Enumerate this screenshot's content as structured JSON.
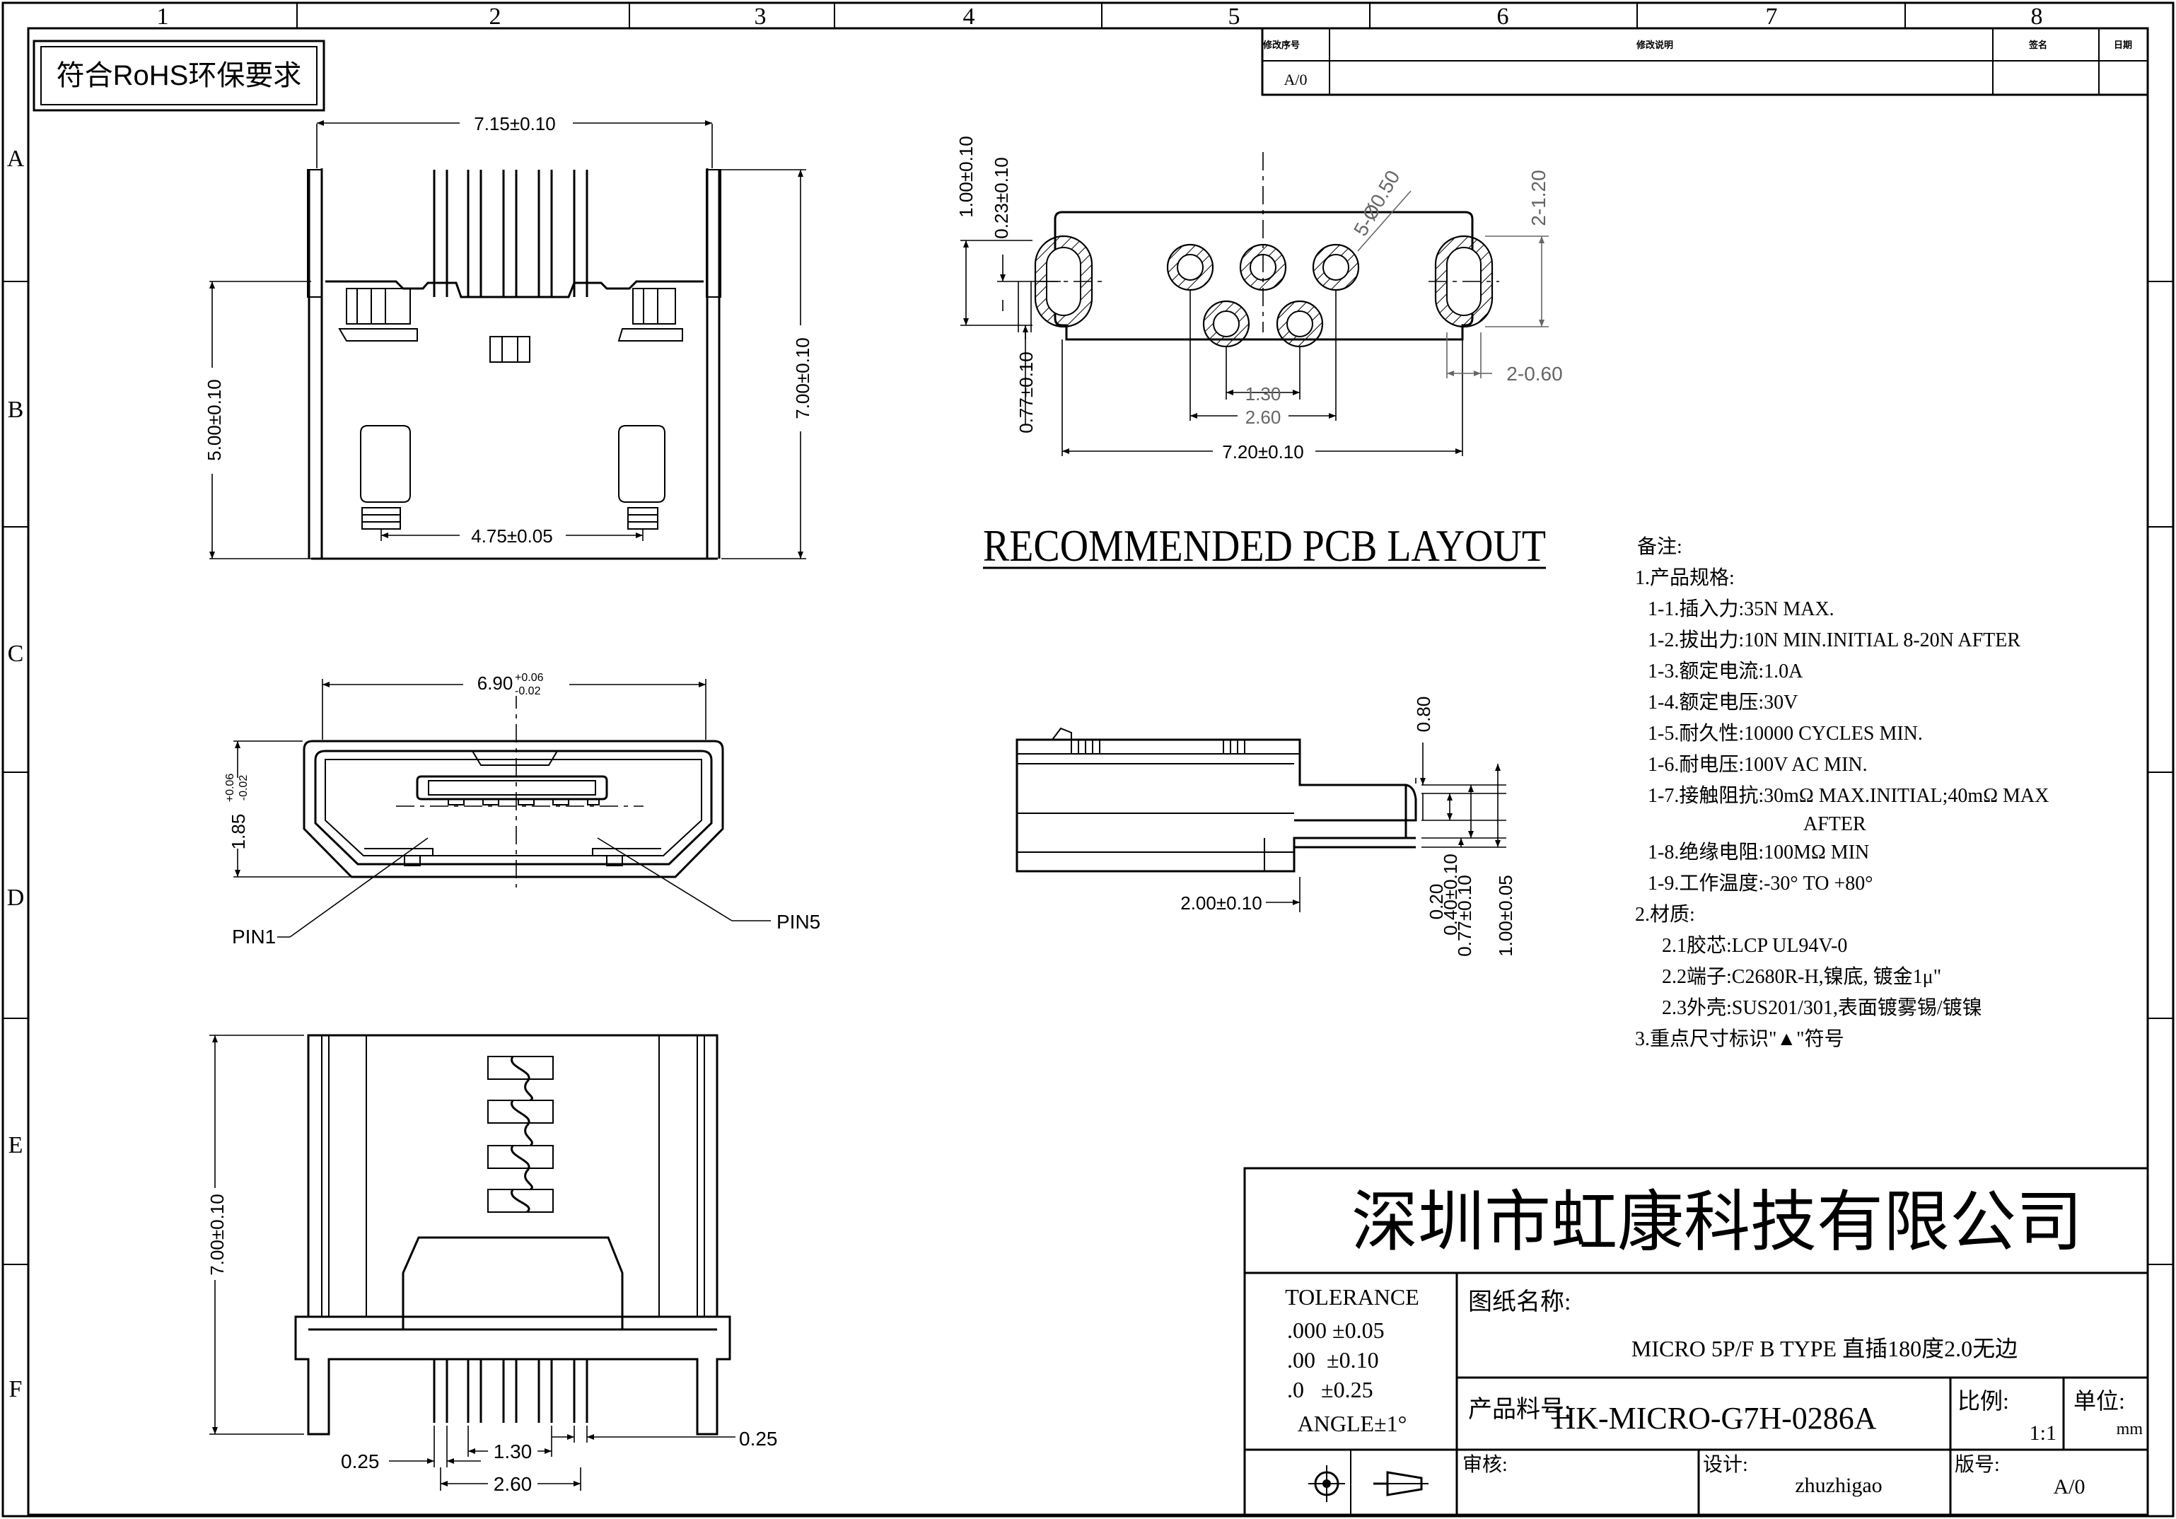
{
  "frame": {
    "col_numbers": [
      "1",
      "2",
      "3",
      "4",
      "5",
      "6",
      "7",
      "8"
    ],
    "row_letters": [
      "A",
      "B",
      "C",
      "D",
      "E",
      "F"
    ]
  },
  "rohs": "符合RoHS环保要求",
  "revision_table": {
    "h_no": "修改序号",
    "h_desc": "修改说明",
    "h_sign": "签名",
    "h_date": "日期",
    "rev": "A/0"
  },
  "top_view": {
    "width": "7.15±0.10",
    "height_left": "5.00±0.10",
    "height_right": "7.00±0.10",
    "foot_span": "4.75±0.05"
  },
  "pcb": {
    "d1": "1.00±0.10",
    "d2": "0.23±0.10",
    "d3": "0.77±0.10",
    "hole": "5-Ø0.50",
    "slot_len": "2-1.20",
    "slot_w": "2-0.60",
    "p130": "1.30",
    "p260": "2.60",
    "total": "7.20±0.10",
    "title": "RECOMMENDED PCB LAYOUT"
  },
  "front_view": {
    "width": "6.90",
    "tol_up": "+0.06",
    "tol_dn": "-0.02",
    "height": "1.85",
    "h_tol_up": "+0.06",
    "h_tol_dn": "-0.02",
    "pin1": "PIN1",
    "pin5": "PIN5"
  },
  "side_view": {
    "d080": "0.80",
    "d020": "0.20",
    "d040": "0.40±0.10",
    "d077": "0.77±0.10",
    "d100": "1.00±0.05",
    "d200": "2.00±0.10"
  },
  "bottom_view": {
    "length": "7.00±0.10",
    "w025a": "0.25",
    "w025b": "0.25",
    "p130": "1.30",
    "p260": "2.60"
  },
  "notes": [
    "备注:",
    "1.产品规格:",
    "  1-1.插入力:35N MAX.",
    "  1-2.拔出力:10N MIN.INITIAL 8-20N AFTER",
    "  1-3.额定电流:1.0A",
    "  1-4.额定电压:30V",
    "  1-5.耐久性:10000 CYCLES MIN.",
    "  1-6.耐电压:100V AC MIN.",
    "  1-7.接触阻抗:30mΩ  MAX.INITIAL;40mΩ  MAX",
    "              AFTER",
    "  1-8.绝缘电阻:100MΩ  MIN",
    "  1-9.工作温度:-30° TO +80°",
    "2.材质:",
    "    2.1胶芯:LCP UL94V-0",
    "    2.2端子:C2680R-H,镍底, 镀金1μ\"",
    "    2.3外壳:SUS201/301,表面镀雾锡/镀镍",
    "3.重点尺寸标识\"▲\"符号"
  ],
  "title_block": {
    "company": "深圳市虹康科技有限公司",
    "tolerance_title": "TOLERANCE",
    "tol_lines": [
      ".000 ±0.05",
      ".00  ±0.10",
      ".0   ±0.25"
    ],
    "angle": "ANGLE±1°",
    "drawing_name_label": "图纸名称:",
    "drawing_name": "MICRO 5P/F B TYPE 直插180度2.0无边",
    "part_no_label": "产品料号:",
    "part_no": "HK-MICRO-G7H-0286A",
    "scale_label": "比例:",
    "scale": "1:1",
    "unit_label": "单位:",
    "unit": "mm",
    "review_label": "审核:",
    "design_label": "设计:",
    "designer": "zhuzhigao",
    "version_label": "版号:",
    "version": "A/0"
  }
}
